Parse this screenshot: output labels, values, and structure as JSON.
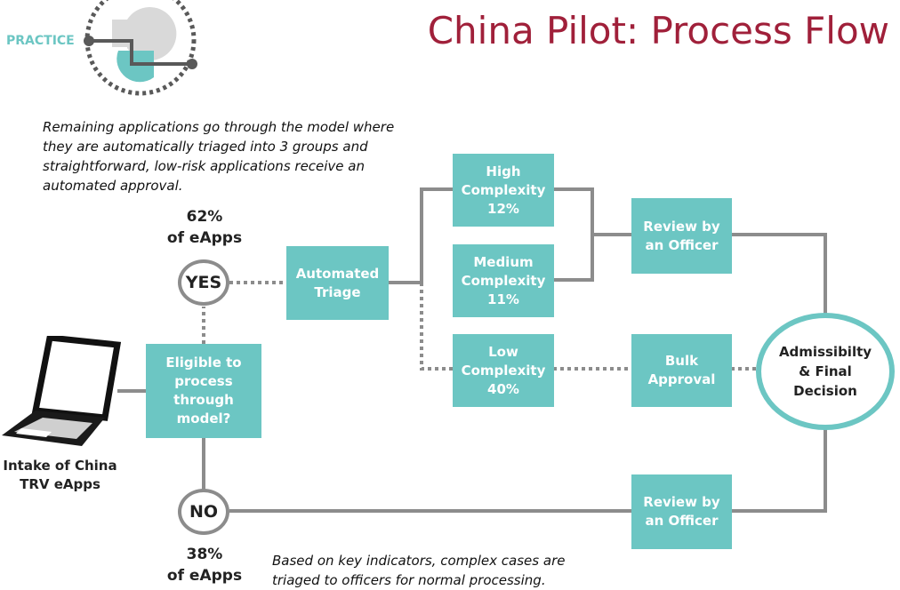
{
  "header": {
    "title": "China Pilot: Process Flow",
    "badge": "PRACTICE"
  },
  "notes": {
    "top_lines": [
      "Remaining applications go through the model where",
      "they are automatically triaged into 3 groups and",
      "straightforward, low-risk applications receive an",
      "automated approval."
    ],
    "bottom_lines": [
      "Based on  key indicators, complex cases are",
      "triaged to officers for normal processing."
    ]
  },
  "intake": {
    "lines": [
      "Intake of China",
      "TRV eApps"
    ]
  },
  "eligible": {
    "lines": [
      "Eligible to",
      "process",
      "through",
      "model?"
    ]
  },
  "yes": {
    "label": "YES",
    "pct": "62%",
    "sub": "of eApps"
  },
  "no": {
    "label": "NO",
    "pct": "38%",
    "sub": "of eApps"
  },
  "triage": {
    "lines": [
      "Automated",
      "Triage"
    ]
  },
  "high": {
    "lines": [
      "High",
      "Complexity",
      "12%"
    ]
  },
  "medium": {
    "lines": [
      "Medium",
      "Complexity",
      "11%"
    ]
  },
  "low": {
    "lines": [
      "Low",
      "Complexity",
      "40%"
    ]
  },
  "review_top": {
    "lines": [
      "Review by",
      "an Officer"
    ]
  },
  "bulk": {
    "lines": [
      "Bulk",
      "Approval"
    ]
  },
  "review_bottom": {
    "lines": [
      "Review by",
      "an Officer"
    ]
  },
  "final": {
    "lines": [
      "Admissibilty",
      "& Final",
      "Decision"
    ]
  },
  "colors": {
    "teal": "#6cc6c3",
    "title_red": "#a0203a",
    "connector_gray": "#8c8c8c"
  },
  "icons": {
    "logo": "practice-cycle-icon",
    "laptop": "laptop-icon"
  }
}
